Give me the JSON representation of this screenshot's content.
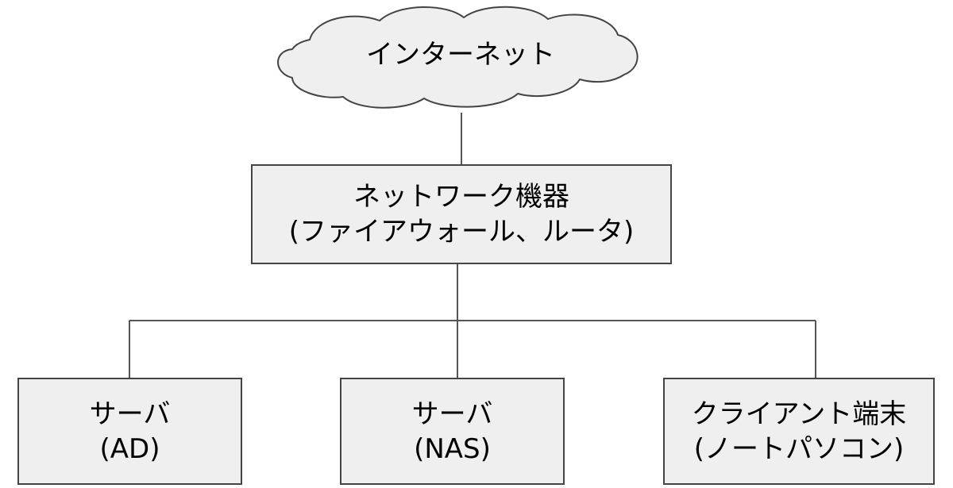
{
  "internet": {
    "label": "インターネット"
  },
  "network_device": {
    "line1": "ネットワーク機器",
    "line2": "(ファイアウォール、ルータ)"
  },
  "servers": [
    {
      "line1": "サーバ",
      "line2": "(AD)"
    },
    {
      "line1": "サーバ",
      "line2": "(NAS)"
    }
  ],
  "client": {
    "line1": "クライアント端末",
    "line2": "(ノートパソコン)"
  },
  "colors": {
    "box_fill": "#efefef",
    "cloud_fill": "#efefef",
    "stroke": "#444444"
  }
}
